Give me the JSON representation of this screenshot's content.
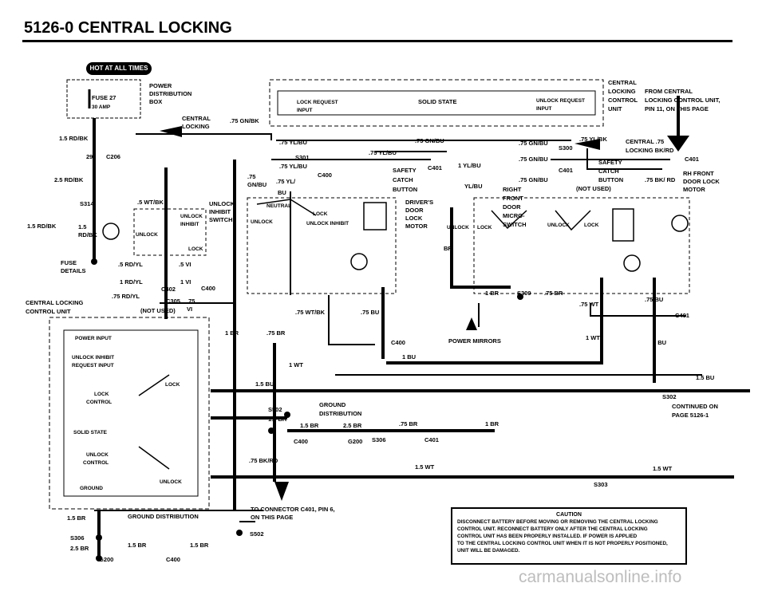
{
  "header": {
    "title": "5126-0  CENTRAL LOCKING"
  },
  "badge": "HOT AT ALL TIMES",
  "left": {
    "fuse": "FUSE 27",
    "fuse_amp": "30 AMP",
    "power_dist": "POWER",
    "power_dist2": "DISTRIBUTION",
    "power_dist3": "BOX",
    "central_locking": "CENTRAL",
    "central_locking2": "LOCKING",
    "w1": ".75 GN/BK",
    "w_rd1": "1.5 RD/BK",
    "c206": "C206",
    "c206_pin": "29",
    "w_rd2": "2.5 RD/BK",
    "s314": "S314",
    "w_rd3": "1.5 RD/BK",
    "w_rd4": "1.5",
    "w_rd5": "RD/BK",
    "fuse_details": "FUSE",
    "fuse_details2": "DETAILS",
    "w_wtbk": ".5 WT/BK",
    "unlock_inhibit": "UNLOCK",
    "unlock_inhibit2": "INHIBIT",
    "unlock_inhibit3": "SWITCH",
    "sw_unlock": "UNLOCK",
    "sw_inhibit": "INHIBIT",
    "sw_unlock2": "UNLOCK",
    "sw_lock": "LOCK",
    "w_rdyl": ".5 RD/YL",
    "w_vi": ".5 VI",
    "w_rdyl2": "1 RD/YL",
    "w_vi2": "1 VI",
    "c402": "C402",
    "c400a": "C400",
    "w_rdyl3": ".75 RD/YL",
    "c305": "C305",
    "w_vi3": ".75",
    "w_vi4": "VI",
    "not_used": "(NOT USED)",
    "ccu": "CENTRAL LOCKING",
    "ccu2": "CONTROL UNIT",
    "power_input": "POWER INPUT",
    "unlock_inhibit_req": "UNLOCK INHIBIT",
    "unlock_inhibit_req2": "REQUEST INPUT",
    "lock_control": "LOCK",
    "lock_control2": "CONTROL",
    "lock_lbl": "LOCK",
    "solid_state": "SOLID STATE",
    "unlock_control": "UNLOCK",
    "unlock_control2": "CONTROL",
    "unlock_lbl": "UNLOCK",
    "ground": "GROUND",
    "w_1br": "1 BR",
    "w_15br": "1.5 BR",
    "ground_dist": "GROUND DISTRIBUTION",
    "s306": "S306",
    "w_25br": "2.5 BR",
    "w_15br2": "1.5 BR",
    "w_15br3": "1.5 BR",
    "s502": "S502",
    "g200": "G200",
    "c400b": "C400"
  },
  "center": {
    "lock_request": "LOCK REQUEST",
    "input": "INPUT",
    "solid_state": "SOLID STATE",
    "unlock_request": "UNLOCK REQUEST",
    "unlock_input": "INPUT",
    "w_ylbu": ".75 YL/BU",
    "w_gnbu": ".75 GN/BU",
    "w_gnbu2": ".75 GN/BU",
    "s301": "S301",
    "w_ylbu2": ".75 YL/BU",
    "w_ylbu3": ".75 YL/BU",
    "w_75": ".75",
    "w_gnbu3": "GN/BU",
    "w_ylbu4": ".75 YL/",
    "w_bu": "BU",
    "c400": "C400",
    "c401": "C401",
    "safety": "SAFETY",
    "catch": "CATCH",
    "button": "BUTTON",
    "neutral": "NEUTRAL",
    "lock": "LOCK",
    "unlock": "UNLOCK",
    "unlock_inhibit": "UNLOCK INHIBIT",
    "drivers": "DRIVER'S",
    "door": "DOOR",
    "lock_motor": "LOCK",
    "motor": "MOTOR",
    "w_ylbu5": "1 YL/BU",
    "w_ylbu6": "YL/BU",
    "w_75gnbu": ".75 GN/BU",
    "w_75gnbu2": ".75 GN/BU",
    "right": "RIGHT",
    "front": "FRONT",
    "door2": "DOOR",
    "micro": "MICRO-",
    "switch": "SWITCH",
    "unlock2": "UNLOCK",
    "lock2": "LOCK",
    "br": "BR",
    "w_wtbk2": ".75 WT/BK",
    "w_75bu": ".75 BU",
    "w_75br": ".75 BR",
    "c400c": "C400",
    "power_mirrors": "POWER MIRRORS",
    "w_1bu": "1 BU",
    "w_1wt": "1 WT",
    "w_15bu": "1.5 BU",
    "s502": "S502",
    "w_15br": "1.5 BR",
    "ground_dist": "GROUND",
    "ground_dist2": "DISTRIBUTION",
    "w_15br2": "1.5 BR",
    "w_25br": "2.5 BR",
    "w_75br2": ".75 BR",
    "w_1br": "1 BR",
    "c400d": "C400",
    "g200": "G200",
    "s306": "S306",
    "c401b": "C401",
    "w_75bkrd": ".75 BK/RD",
    "w_15wt": "1.5 WT",
    "to_connector": "TO CONNECTOR C401, PIN 6,",
    "on_this_page": "ON THIS PAGE",
    "s309": "S309",
    "w_1br2": "1 BR",
    "s300": "S300"
  },
  "right": {
    "central": "CENTRAL",
    "locking": "LOCKING",
    "control": "CONTROL",
    "unit": "UNIT",
    "from": "FROM CENTRAL",
    "from2": "LOCKING CONTROL UNIT,",
    "from3": "PIN 11, ON THIS PAGE",
    "w_ylbk": ".75 YL/BK",
    "central_lbl": "CENTRAL .75",
    "locking_lbl": "LOCKING  BK/RD",
    "c401": "C401",
    "safety": "SAFETY",
    "catch": "CATCH",
    "button": "BUTTON",
    "not_used": "(NOT USED)",
    "w_bkrd": ".75 BK/ RD",
    "rh_front": "RH FRONT",
    "door_lock": "DOOR LOCK",
    "motor": "MOTOR",
    "unlock": "UNLOCK",
    "lock": "LOCK",
    "w_75br": ".75 BR",
    "w_75wt": ".75 WT",
    "w_75bu": ".75 BU",
    "c401b": "C401",
    "w_1wt": "1 WT",
    "w_1bu": "1 BU",
    "w_15bu": "1.5 BU",
    "s302": "S302",
    "continued": "CONTINUED ON",
    "continued2": "PAGE 5126-1",
    "w_15wt": "1.5 WT",
    "s303": "S303"
  },
  "caution": {
    "title": "CAUTION",
    "l1": "DISCONNECT BATTERY BEFORE MOVING OR REMOVING THE CENTRAL LOCKING",
    "l2": "CONTROL UNIT. RECONNECT BATTERY ONLY AFTER THE CENTRAL LOCKING",
    "l3": "CONTROL UNIT HAS BEEN PROPERLY INSTALLED. IF POWER IS APPLIED",
    "l4": "TO THE CENTRAL LOCKING CONTROL UNIT WHEN IT IS NOT PROPERLY POSITIONED,",
    "l5": "UNIT WILL BE DAMAGED."
  },
  "watermark": "carmanualsonline.info"
}
